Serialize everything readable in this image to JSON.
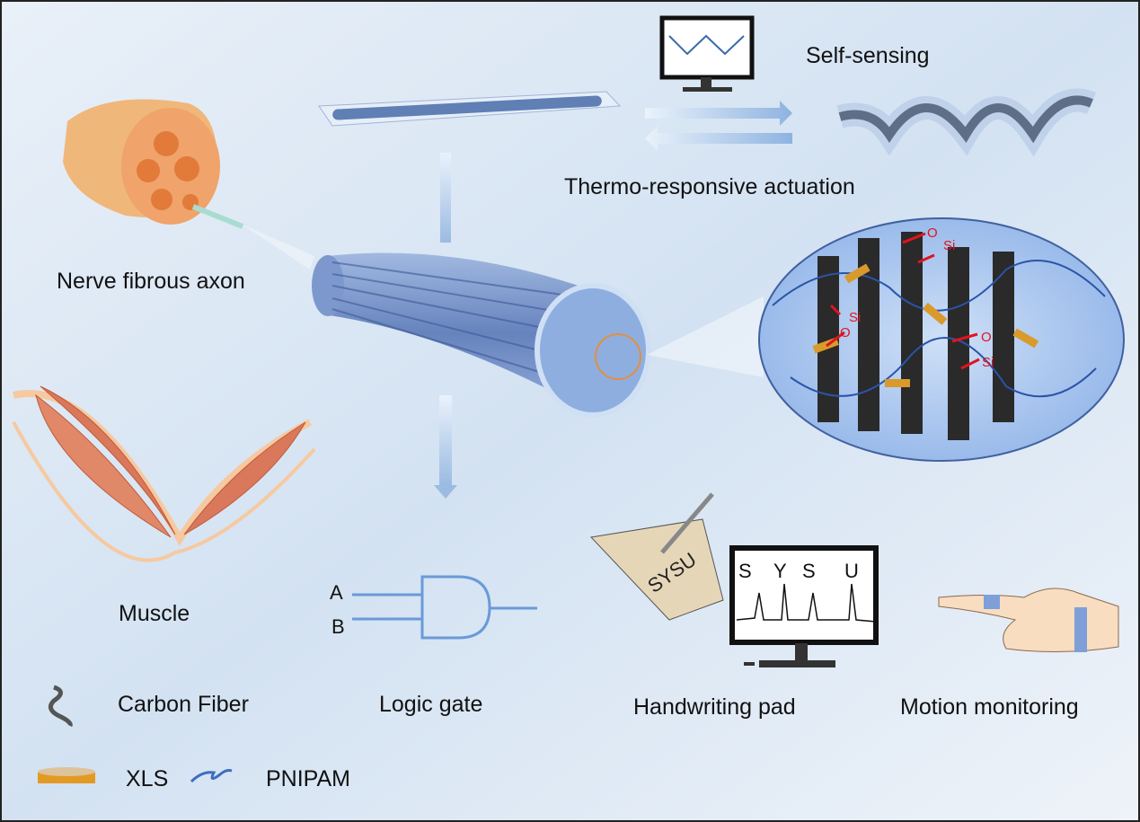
{
  "labels": {
    "self_sensing": "Self-sensing",
    "thermo": "Thermo-responsive  actuation",
    "nerve": "Nerve fibrous axon",
    "muscle": "Muscle",
    "carbon_fiber": "Carbon Fiber",
    "xls": "XLS",
    "pnipam": "PNIPAM",
    "logic_gate": "Logic gate",
    "handwriting": "Handwriting pad",
    "motion": "Motion monitoring"
  },
  "logic_inputs": [
    "A",
    "B"
  ],
  "handwriting_note": "SYSU",
  "signal_letters": [
    "S",
    "Y",
    "S",
    "U"
  ],
  "chem": {
    "si": "Si",
    "o": "O"
  },
  "colors": {
    "background": "#dde8f4",
    "fiber": "#4a6aa8",
    "carbon": "#2b2b2b",
    "bond": "#e0141e",
    "xls": "#d99a2b",
    "muscle": "#d9785a"
  }
}
